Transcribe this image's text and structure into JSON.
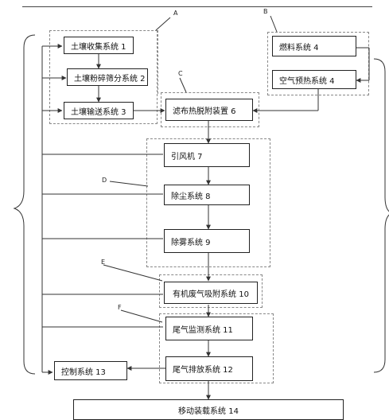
{
  "labels": {
    "A": "A",
    "B": "B",
    "C": "C",
    "D": "D",
    "E": "E",
    "F": "F"
  },
  "boxes": {
    "soil_collect": "土壤收集系统 1",
    "soil_crush": "土壤粉碎筛分系统 2",
    "soil_convey": "土壤输送系统 3",
    "fuel": "燃料系统 4",
    "air_preheat": "空气预热系统 4",
    "desorb": "滤布热脱附装置 6",
    "fan": "引风机 7",
    "dust": "除尘系统 8",
    "mist": "除雾系统 9",
    "voc": "有机废气吸附系统 10",
    "monitor": "尾气监测系统 11",
    "exhaust": "尾气排放系统 12",
    "control": "控制系统 13",
    "mobile": "移动装载系统 14"
  }
}
